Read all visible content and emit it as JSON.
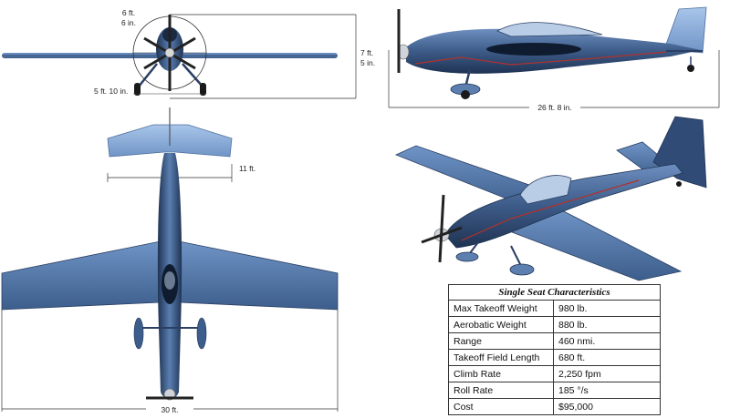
{
  "dimensions": {
    "prop_diameter_line1": "6 ft.",
    "prop_diameter_line2": "6 in.",
    "height_line1": "7 ft.",
    "height_line2": "5 in.",
    "gear_track": "5 ft. 10 in.",
    "length": "26 ft. 8 in.",
    "tail_span": "11 ft.",
    "wingspan": "30 ft."
  },
  "specs": {
    "title": "Single Seat Characteristics",
    "rows": [
      {
        "label": "Max Takeoff Weight",
        "value": "980 lb."
      },
      {
        "label": "Aerobatic Weight",
        "value": "880 lb."
      },
      {
        "label": "Range",
        "value": "460 nmi."
      },
      {
        "label": "Takeoff Field Length",
        "value": "680 ft."
      },
      {
        "label": "Climb Rate",
        "value": "2,250 fpm"
      },
      {
        "label": "Roll Rate",
        "value": "185 °/s"
      },
      {
        "label": "Cost",
        "value": "$95,000"
      }
    ]
  },
  "colors": {
    "body_dark": "#22375a",
    "body_mid": "#3f5f8e",
    "body_light": "#7ea3d4",
    "accent_red": "#b0322e"
  }
}
